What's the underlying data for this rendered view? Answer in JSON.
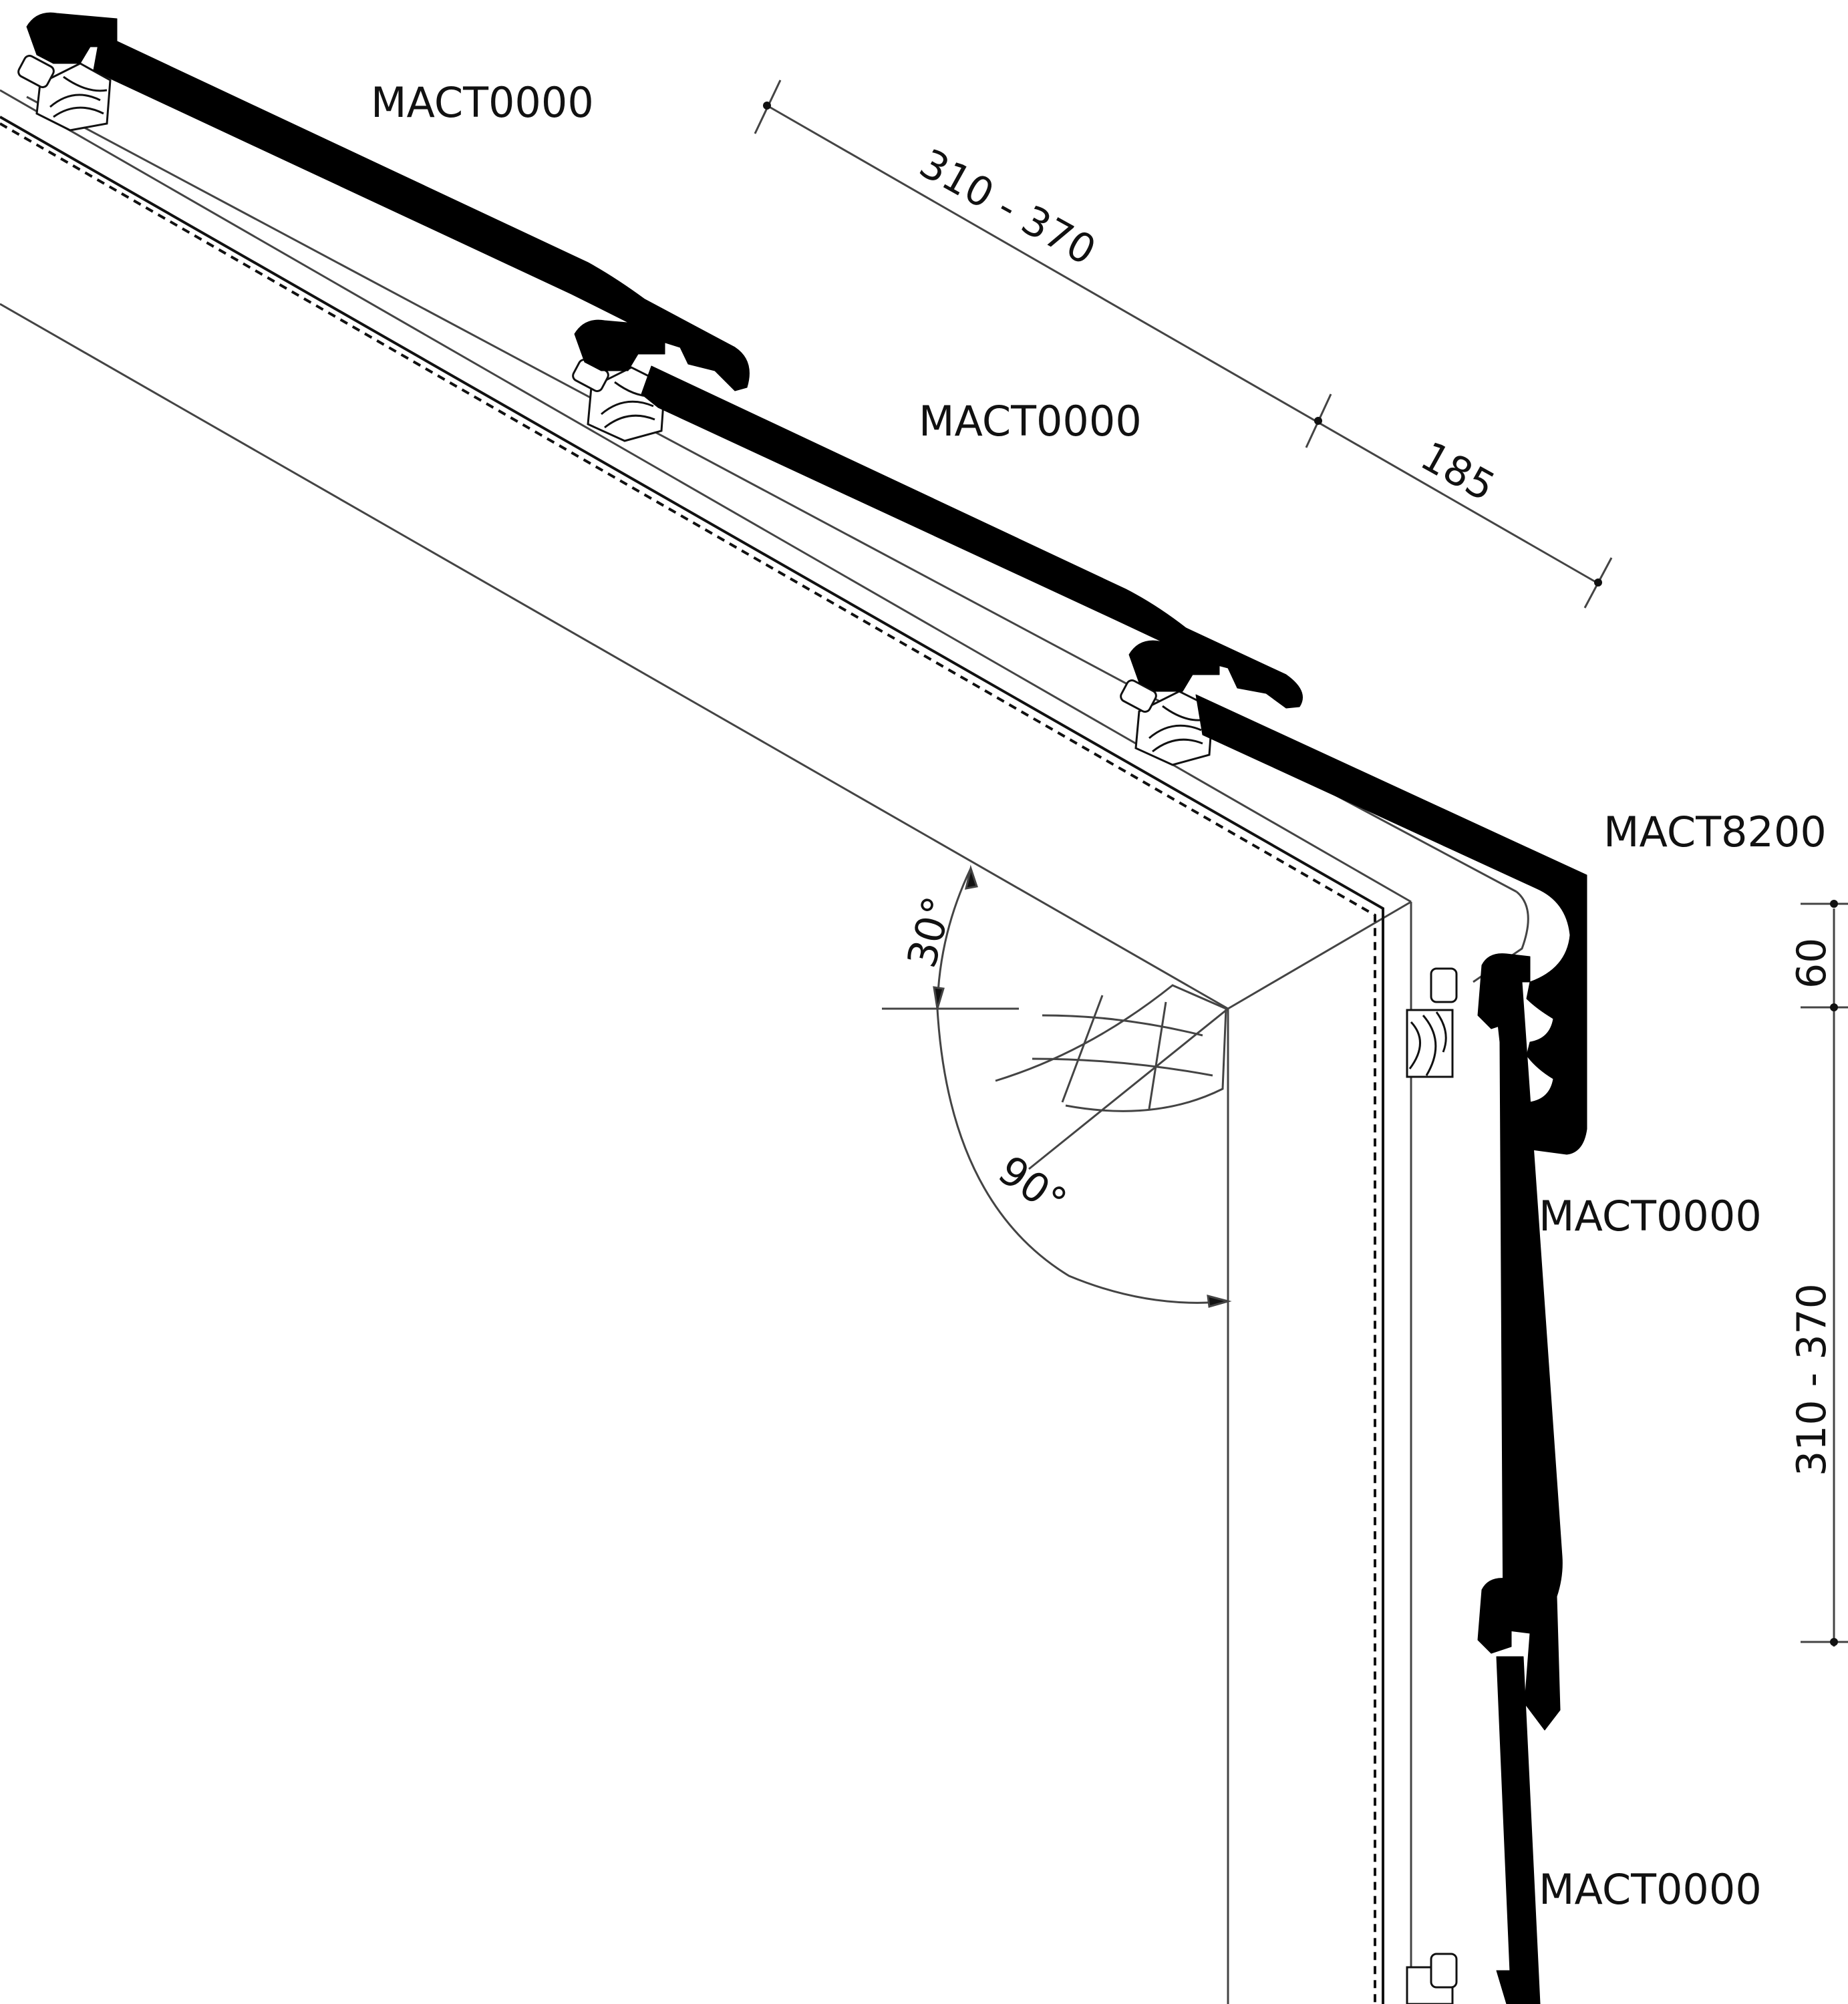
{
  "labels": {
    "tile_top": "MACT0000",
    "tile_mid": "MACT0000",
    "ridge": "MACT8200",
    "tile_wall_upper": "MACT0000",
    "tile_wall_lower": "MACT0000"
  },
  "dimensions": {
    "slope_spacing": "310 - 370",
    "ridge_offset": "185",
    "ridge_drop": "60",
    "wall_spacing": "310 - 370"
  },
  "angles": {
    "pitch": "30°",
    "corner": "90°"
  },
  "colors": {
    "line": "#111111",
    "profile_fill": "#000000",
    "thin_line": "#444444"
  }
}
